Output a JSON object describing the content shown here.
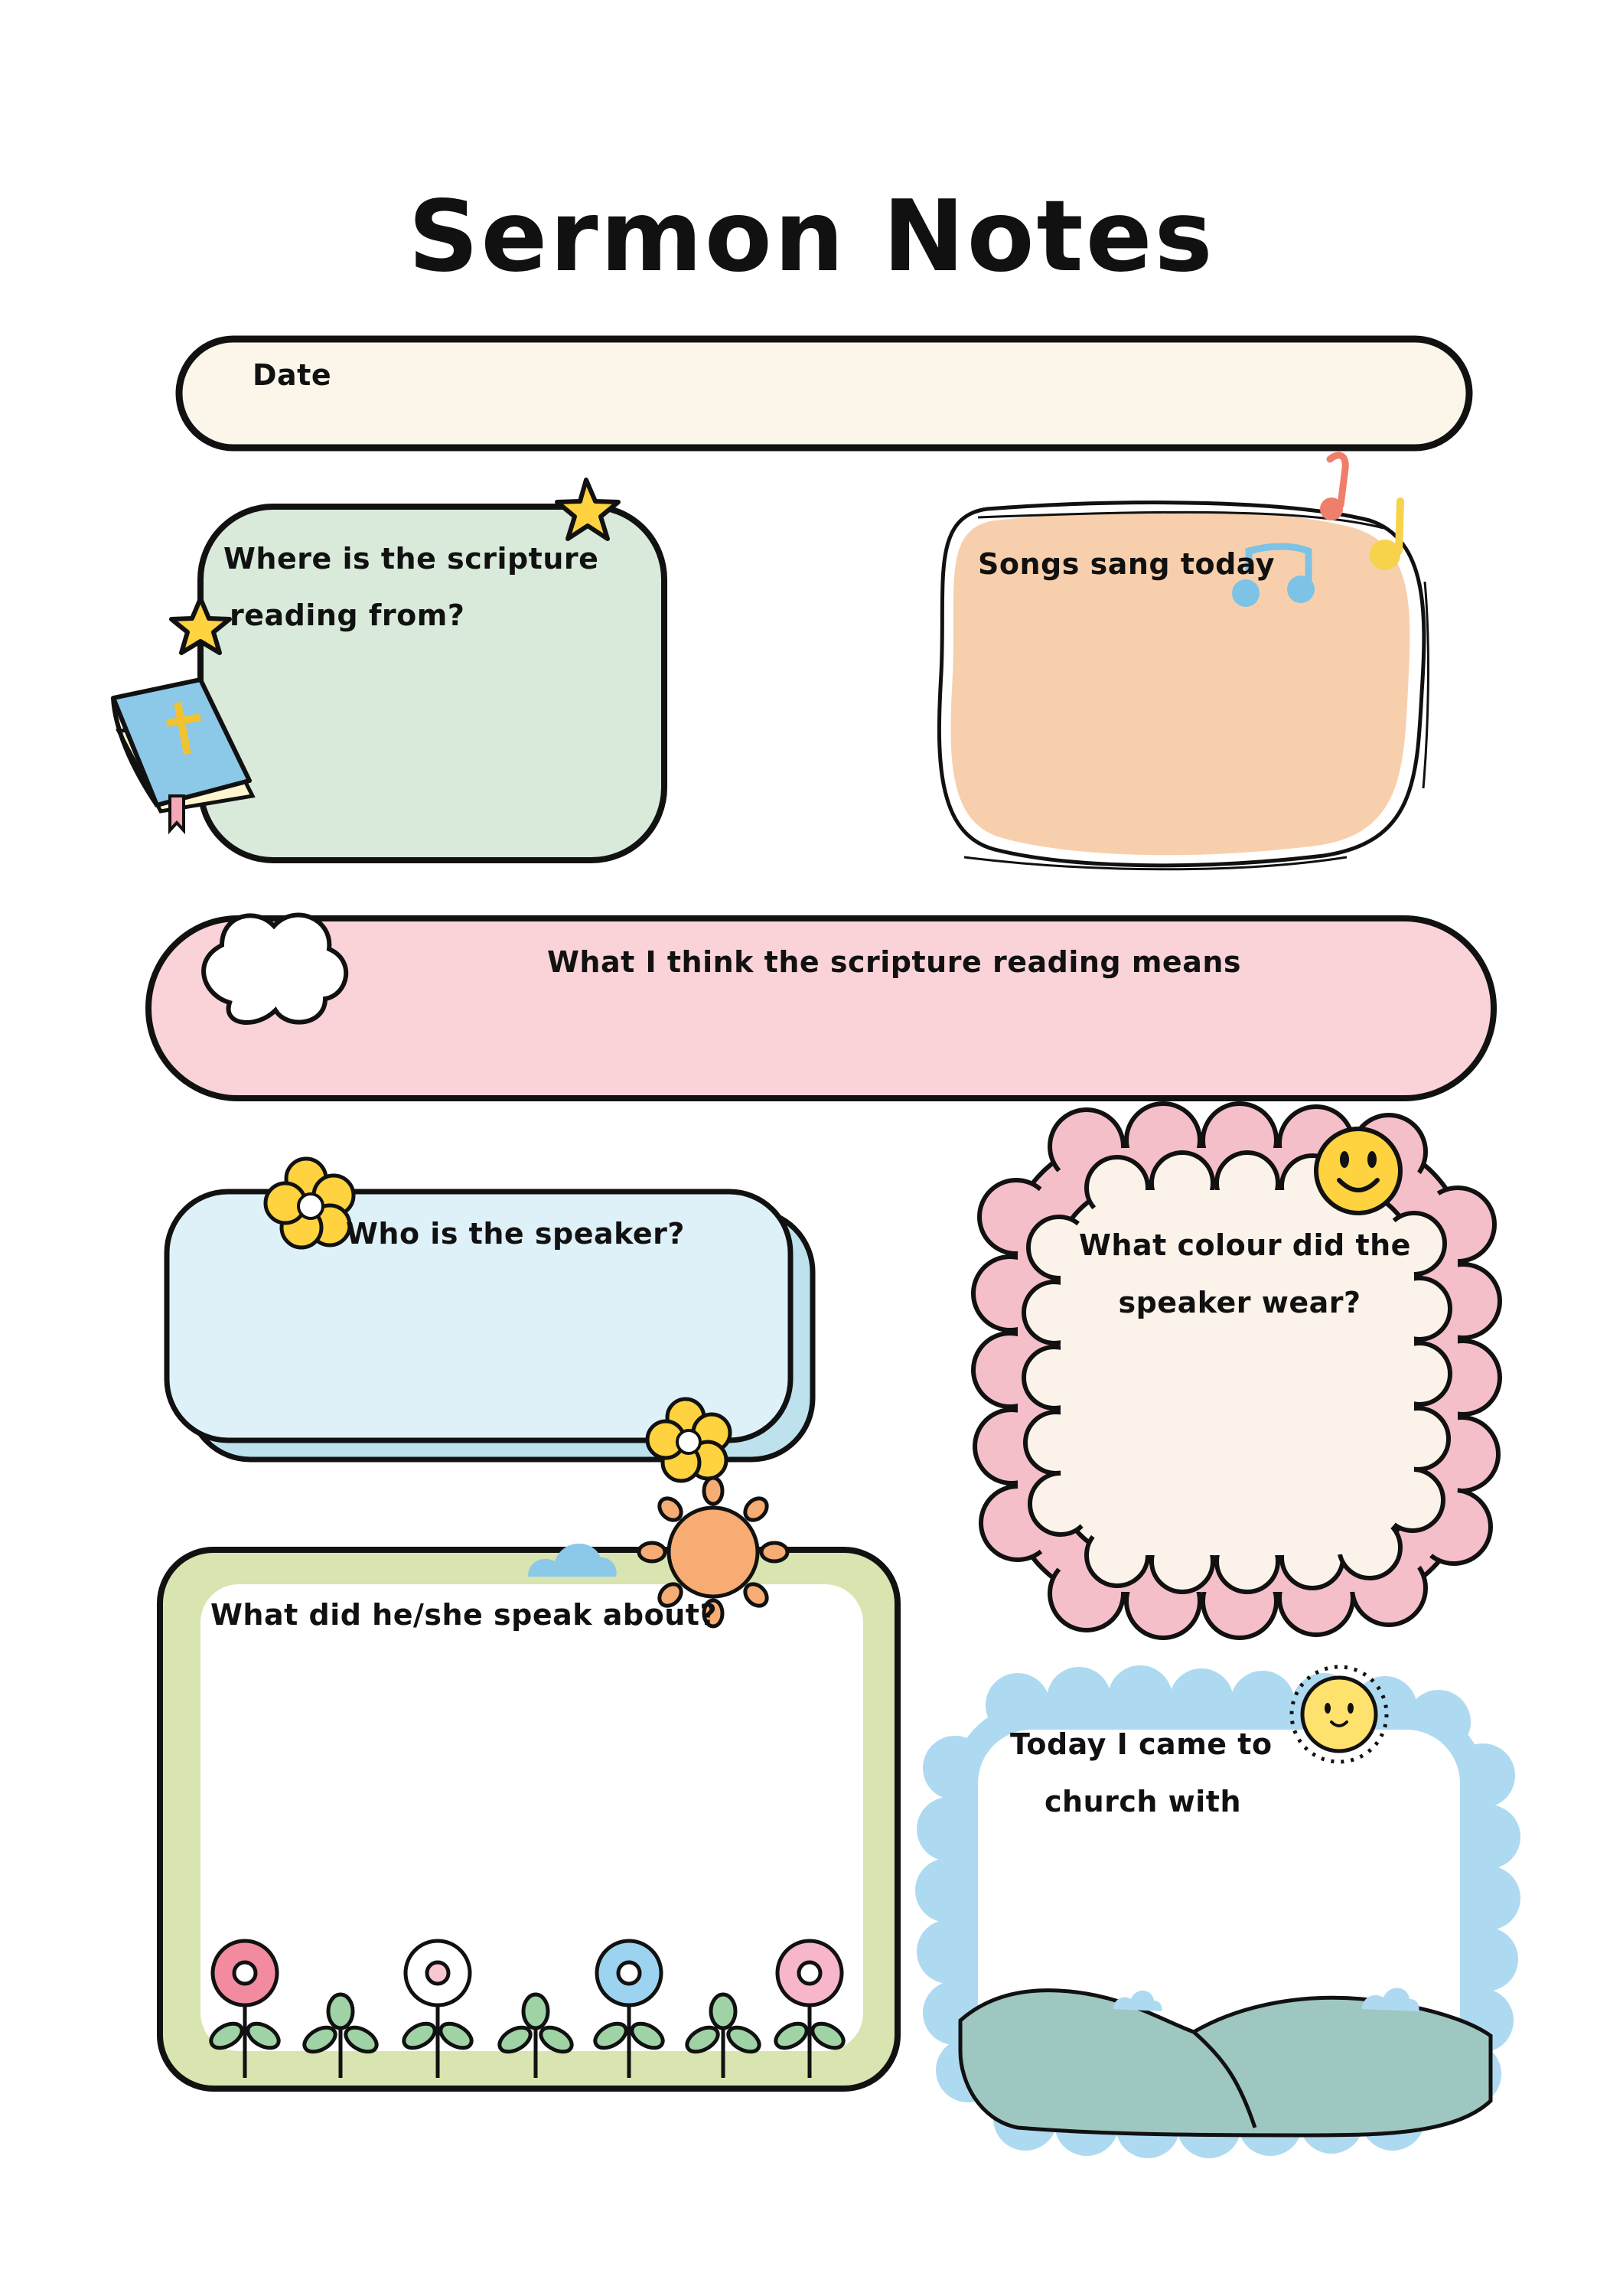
{
  "title": "Sermon Notes",
  "date_label": "Date",
  "scripture_from": {
    "line1": "Where is the scripture",
    "line2": "reading from?"
  },
  "songs_label": "Songs sang today",
  "meaning_label": "What I think the scripture reading means",
  "speaker_label": "Who is the speaker?",
  "colour": {
    "line1": "What colour did the",
    "line2": "speaker wear?"
  },
  "speak_about_label": "What did he/she speak about?",
  "came_with": {
    "line1": "Today I came to",
    "line2": "church with"
  },
  "colors": {
    "ink": "#111111",
    "date_fill": "#fbf5ea",
    "scripture_fill": "#d9eadb",
    "songs_fill": "#f8cfac",
    "meaning_fill": "#f9d3d8",
    "speaker_fill": "#dff1f8",
    "speaker_shadow": "#bde2ee",
    "colour_fill": "#fbf3ea",
    "colour_border": "#f5bfca",
    "speak_about_frame": "#d8e5b0",
    "came_with_frame": "#aedaf1",
    "hills": "#9fc7c2",
    "sun": "#f6ac72",
    "smiley": "#ffd23f",
    "star": "#ffd23f"
  }
}
